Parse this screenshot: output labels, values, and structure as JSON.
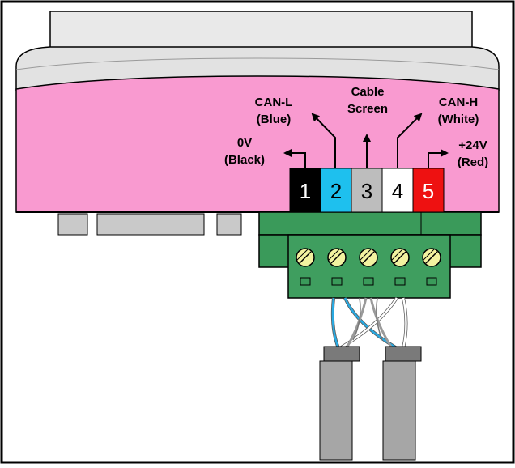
{
  "labels": {
    "pin1": [
      "0V",
      "(Black)"
    ],
    "pin2": [
      "CAN-L",
      "(Blue)"
    ],
    "pin3": [
      "Cable",
      "Screen"
    ],
    "pin4": [
      "CAN-H",
      "(White)"
    ],
    "pin5": [
      "+24V",
      "(Red)"
    ]
  },
  "pins": [
    {
      "number": "1",
      "color": "#000000",
      "text_color": "#ffffff"
    },
    {
      "number": "2",
      "color": "#1ec0ee",
      "text_color": "#000000"
    },
    {
      "number": "3",
      "color": "#bdbdbd",
      "text_color": "#000000"
    },
    {
      "number": "4",
      "color": "#ffffff",
      "text_color": "#000000"
    },
    {
      "number": "5",
      "color": "#ee1111",
      "text_color": "#ffffff"
    }
  ],
  "colors": {
    "housing_pink": "#f99ad0",
    "housing_white": "#e6e6e6",
    "connector_green": "#3a9a5a",
    "screw_yellow": "#f2f2a0",
    "cable_grey": "#a6a6a6",
    "wire_blue": "#29a9e1"
  }
}
